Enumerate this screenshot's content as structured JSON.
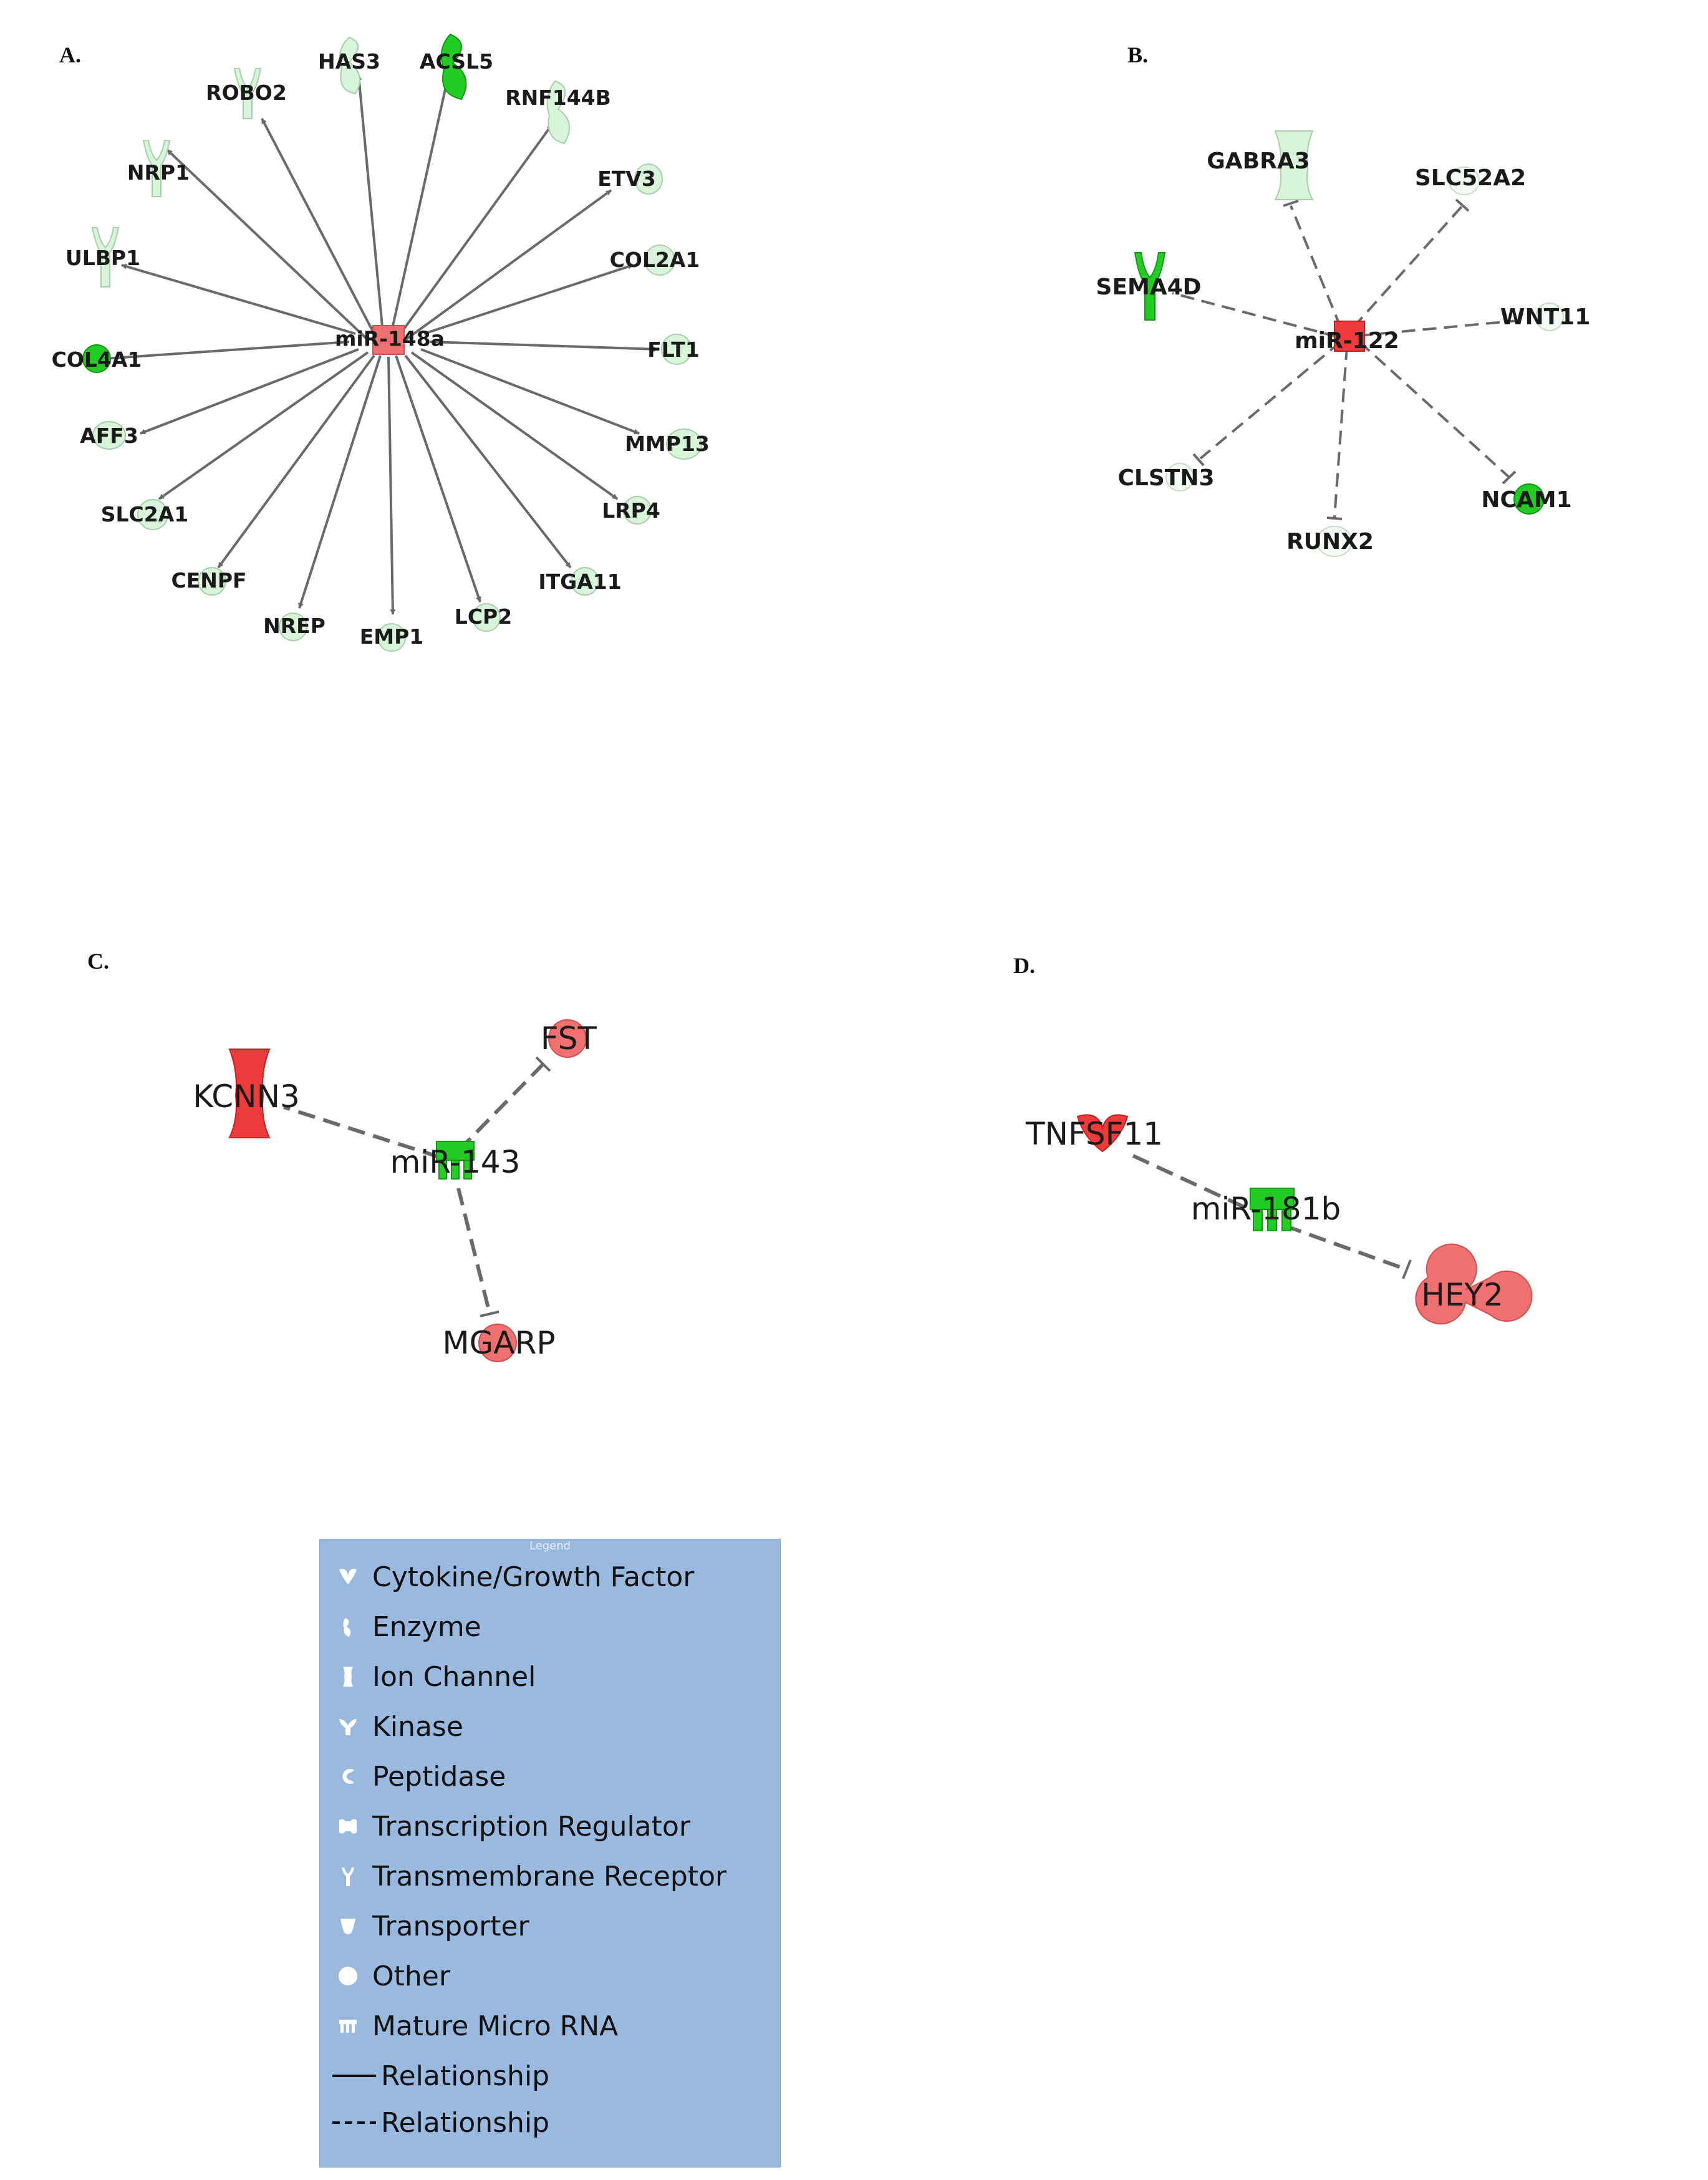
{
  "panels": {
    "A": {
      "label": "A.",
      "hub": "miR-148a",
      "nodes": [
        "ROBO2",
        "HAS3",
        "ACSL5",
        "RNF144B",
        "NRP1",
        "ETV3",
        "ULBP1",
        "COL2A1",
        "COL4A1",
        "FLT1",
        "AFF3",
        "MMP13",
        "SLC2A1",
        "LRP4",
        "CENPF",
        "ITGA11",
        "NREP",
        "EMP1",
        "LCP2"
      ]
    },
    "B": {
      "label": "B.",
      "hub": "miR-122",
      "nodes": [
        "GABRA3",
        "SLC52A2",
        "SEMA4D",
        "WNT11",
        "CLSTN3",
        "NCAM1",
        "RUNX2"
      ]
    },
    "C": {
      "label": "C.",
      "hub": "miR-143",
      "nodes": [
        "KCNN3",
        "FST",
        "MGARP"
      ]
    },
    "D": {
      "label": "D.",
      "hub": "miR-181b",
      "nodes": [
        "TNFSF11",
        "HEY2"
      ]
    }
  },
  "colors": {
    "up_red": "#f07070",
    "strong_red": "#ee3a3a",
    "down_green": "#22cc22",
    "pale_green": "#d8f5da",
    "edge": "#6a6a6a",
    "legend_bg": "#9ab9de"
  },
  "legend": {
    "title": "Legend",
    "items": [
      {
        "icon": "cytokine-growth-factor-icon",
        "label": "Cytokine/Growth Factor"
      },
      {
        "icon": "enzyme-icon",
        "label": "Enzyme"
      },
      {
        "icon": "ion-channel-icon",
        "label": "Ion Channel"
      },
      {
        "icon": "kinase-icon",
        "label": "Kinase"
      },
      {
        "icon": "peptidase-icon",
        "label": "Peptidase"
      },
      {
        "icon": "transcription-regulator-icon",
        "label": "Transcription Regulator"
      },
      {
        "icon": "transmembrane-receptor-icon",
        "label": "Transmembrane Receptor"
      },
      {
        "icon": "transporter-icon",
        "label": "Transporter"
      },
      {
        "icon": "other-icon",
        "label": "Other"
      },
      {
        "icon": "mature-microrna-icon",
        "label": "Mature Micro RNA"
      },
      {
        "icon": "solid-line-icon",
        "label": "Relationship"
      },
      {
        "icon": "dashed-line-icon",
        "label": "Relationship"
      }
    ]
  }
}
